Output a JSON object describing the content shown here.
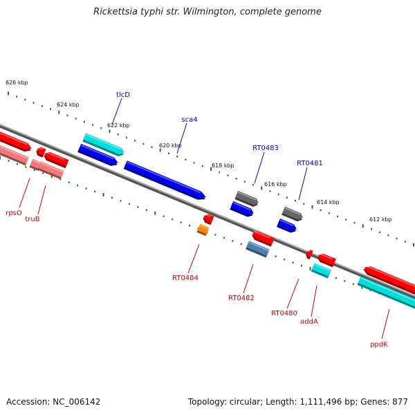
{
  "title": "Rickettsia typhi str. Wilmington, complete genome",
  "footer": {
    "accession": "Accession: NC_006142",
    "summary": "Topology: circular; Length: 1,111,496 bp; Genes: 877"
  },
  "colors": {
    "backbone": "#808080",
    "tick": "#1a7a1a",
    "label_plus": "#0000cc",
    "label_minus": "#cc0000",
    "red": "#ff0000",
    "blue": "#0000ee",
    "cyan": "#00dddd",
    "gray": "#666666",
    "orange": "#ff8800",
    "steel": "#4f7fb0",
    "pink": "#f07878"
  },
  "scale_labels": [
    "626 kbp",
    "624 kbp",
    "622 kbp",
    "620 kbp",
    "618 kbp",
    "616 kbp",
    "614 kbp",
    "612 kbp"
  ],
  "genes": [
    {
      "name": "tlcD",
      "strand": "+"
    },
    {
      "name": "sca4",
      "strand": "+"
    },
    {
      "name": "RT0483",
      "strand": "+"
    },
    {
      "name": "RT0481",
      "strand": "+"
    },
    {
      "name": "rpsO",
      "strand": "-"
    },
    {
      "name": "truB",
      "strand": "-"
    },
    {
      "name": "RT0484",
      "strand": "-"
    },
    {
      "name": "RT0482",
      "strand": "-"
    },
    {
      "name": "RT0480",
      "strand": "-"
    },
    {
      "name": "addA",
      "strand": "-"
    },
    {
      "name": "ppdK",
      "strand": "-"
    }
  ]
}
